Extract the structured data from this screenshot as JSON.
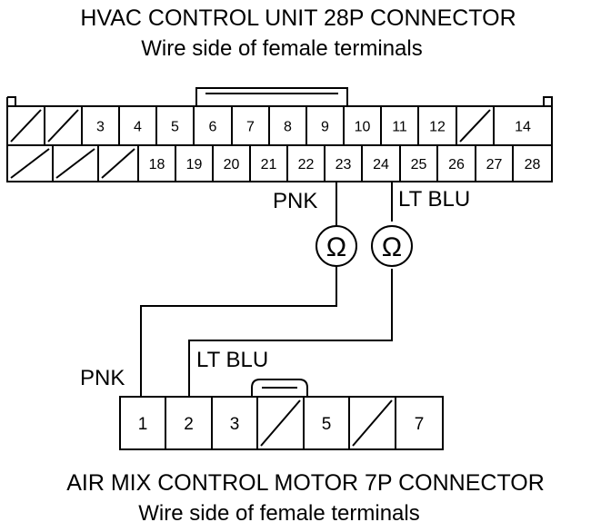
{
  "top_connector": {
    "title": "HVAC CONTROL UNIT 28P CONNECTOR",
    "subtitle": "Wire side of female terminals",
    "row1": [
      "",
      "",
      "3",
      "4",
      "5",
      "6",
      "7",
      "8",
      "9",
      "10",
      "11",
      "12",
      "",
      "14"
    ],
    "row2": [
      "",
      "",
      "",
      "18",
      "19",
      "20",
      "21",
      "22",
      "23",
      "24",
      "25",
      "26",
      "27",
      "28"
    ]
  },
  "bottom_connector": {
    "title": "AIR MIX CONTROL MOTOR 7P CONNECTOR",
    "subtitle": "Wire side of female terminals",
    "pins": [
      "1",
      "2",
      "3",
      "",
      "5",
      "",
      "7"
    ]
  },
  "wires": {
    "top_left": "PNK",
    "top_right": "LT BLU",
    "bottom_left": "PNK",
    "bottom_right": "LT BLU"
  },
  "meters": {
    "symbol": "Ω",
    "icon": "ohmmeter-icon"
  },
  "colors": {
    "line": "#000000",
    "background": "#ffffff"
  }
}
